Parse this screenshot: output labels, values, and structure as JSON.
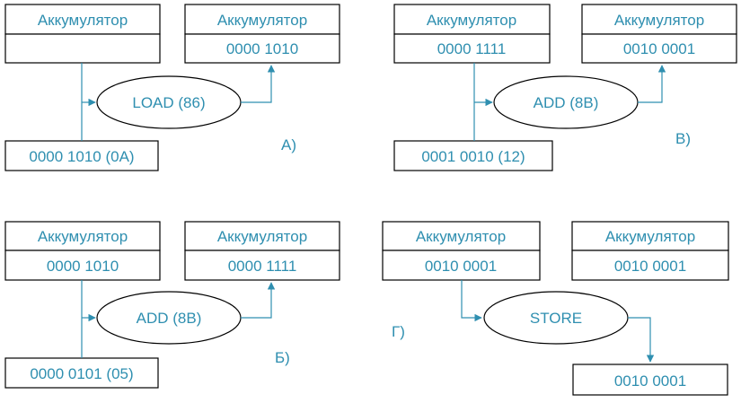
{
  "colors": {
    "accent": "#2f8fb0",
    "border": "#000000",
    "background": "#ffffff"
  },
  "panels": {
    "a": {
      "label": "А)",
      "acc_src": {
        "title": "Аккумулятор",
        "value": ""
      },
      "acc_dst": {
        "title": "Аккумулятор",
        "value": "0000 1010"
      },
      "operation": "LOAD (86)",
      "operand": "0000 1010 (0A)"
    },
    "b": {
      "label": "Б)",
      "acc_src": {
        "title": "Аккумулятор",
        "value": "0000 1010"
      },
      "acc_dst": {
        "title": "Аккумулятор",
        "value": "0000 1111"
      },
      "operation": "ADD (8B)",
      "operand": "0000 0101 (05)"
    },
    "v": {
      "label": "В)",
      "acc_src": {
        "title": "Аккумулятор",
        "value": "0000 1111"
      },
      "acc_dst": {
        "title": "Аккумулятор",
        "value": "0010 0001"
      },
      "operation": "ADD (8B)",
      "operand": "0001 0010 (12)"
    },
    "g": {
      "label": "Г)",
      "acc_src": {
        "title": "Аккумулятор",
        "value": "0010 0001"
      },
      "acc_dst": {
        "title": "Аккумулятор",
        "value": "0010 0001"
      },
      "operation": "STORE",
      "memory": "0010 0001"
    }
  }
}
